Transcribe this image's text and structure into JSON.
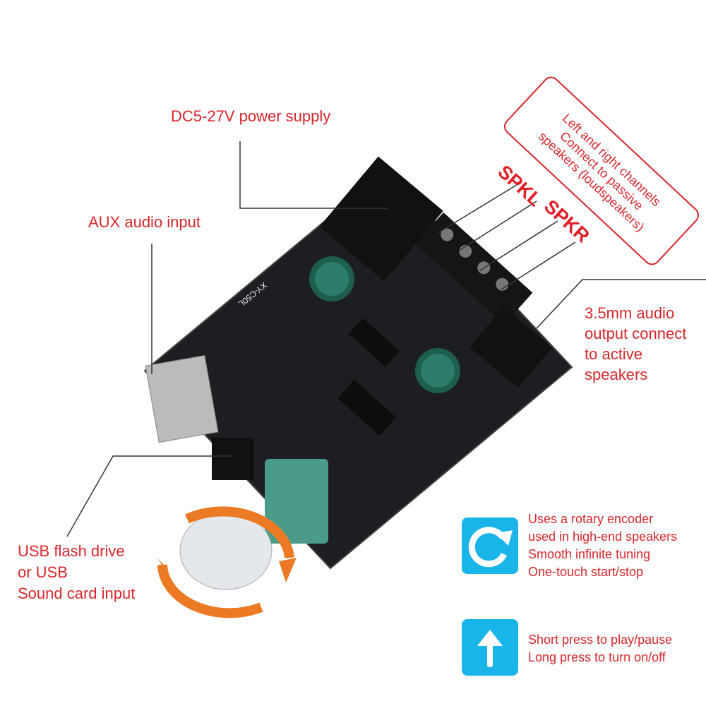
{
  "labels": {
    "power": "DC5-27V power supply",
    "aux": "AUX audio input",
    "output": [
      "3.5mm audio",
      "output connect",
      "to active",
      "speakers"
    ],
    "usb": [
      "USB flash drive",
      "or USB",
      "Sound card input"
    ],
    "speaker_box": [
      "Left and right channels",
      "Connect to passive",
      "speakers (loudspeakers)"
    ],
    "spkl": "SPKL",
    "spkr": "SPKR"
  },
  "features": {
    "encoder": {
      "icon": "rotate-icon",
      "lines": [
        "Uses a rotary encoder",
        "used in high-end speakers",
        "Smooth infinite tuning",
        "One-touch start/stop"
      ]
    },
    "press": {
      "icon": "arrow-up-icon",
      "lines": [
        "Short press to play/pause",
        "Long press to turn on/off"
      ]
    }
  },
  "board_marking": "XY-C50L",
  "colors": {
    "accent": "#d8262b",
    "icon_bg": "#19b4e8",
    "board": "#1c1e22"
  }
}
